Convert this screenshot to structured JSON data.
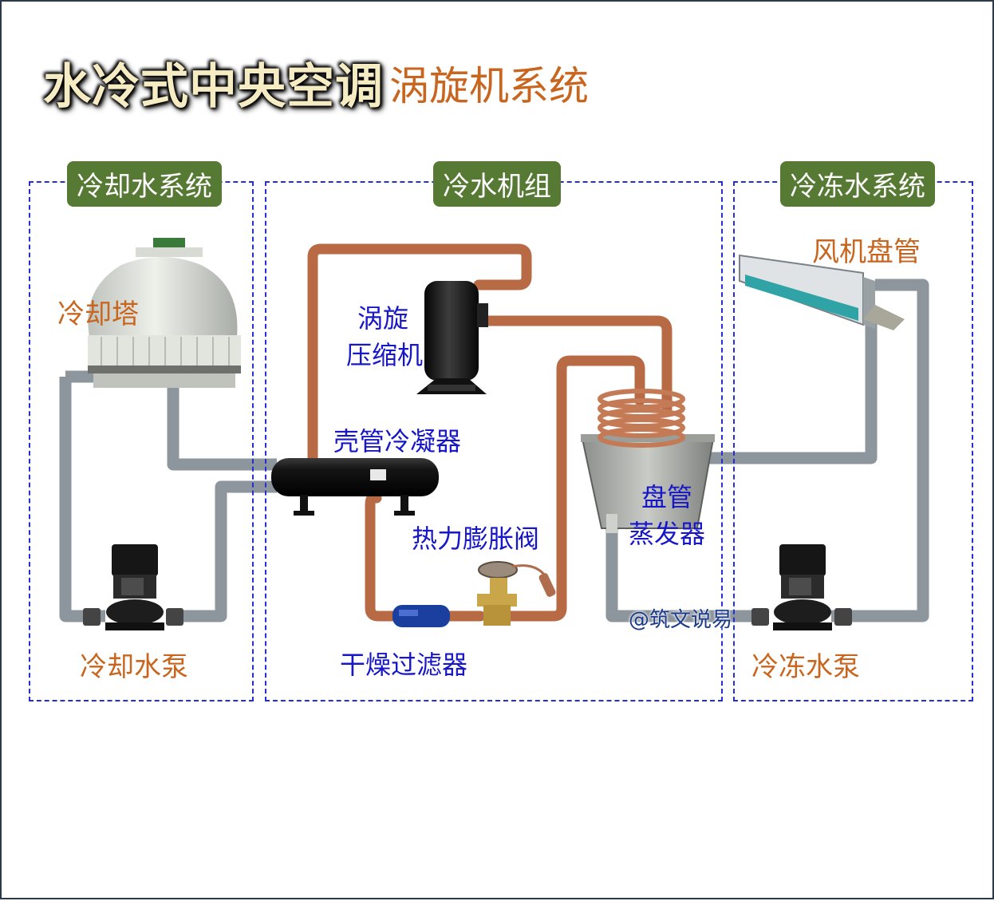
{
  "title": {
    "main": "水冷式中央空调",
    "sub": "涡旋机系统"
  },
  "zones": {
    "cooling_water": "冷却水系统",
    "chiller": "冷水机组",
    "chilled_water": "冷冻水系统"
  },
  "components": {
    "cooling_tower": "冷却塔",
    "cooling_pump": "冷却水泵",
    "compressor_line1": "涡旋",
    "compressor_line2": "压缩机",
    "condenser": "壳管冷凝器",
    "expansion_valve": "热力膨胀阀",
    "filter_drier": "干燥过滤器",
    "evaporator_line1": "盘管",
    "evaporator_line2": "蒸发器",
    "fan_coil": "风机盘管",
    "chilled_pump": "冷冻水泵"
  },
  "watermark": "@筑文说易",
  "colors": {
    "water_pipe": "#8e969d",
    "copper_pipe": "#b86a45",
    "zone_border": "#2430d6",
    "zone_label_bg": "#567a33",
    "orange_text": "#c8651e",
    "blue_text": "#1717c8"
  }
}
